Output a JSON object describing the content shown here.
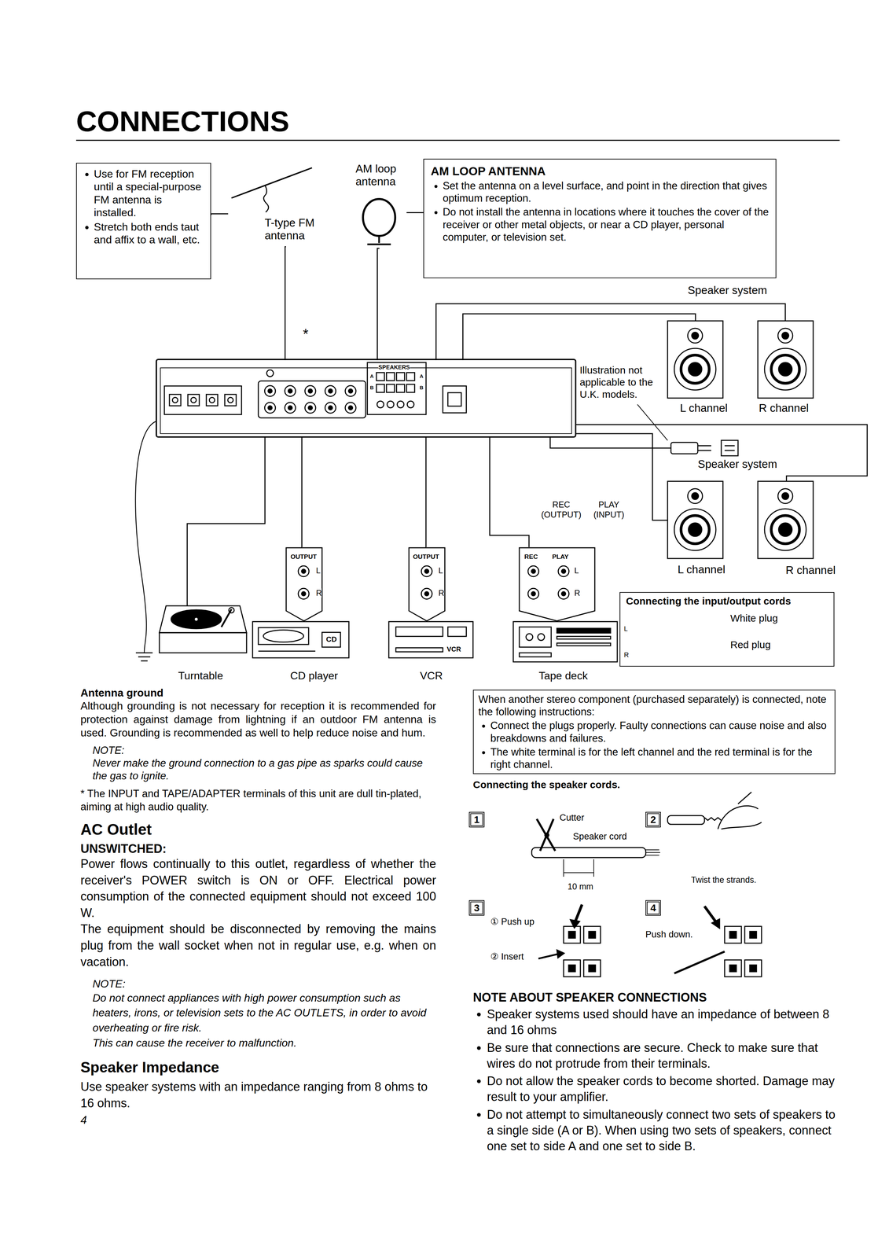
{
  "diagram": {
    "title": "CONNECTIONS",
    "nodes": [
      {
        "text": [
          "Use for FM reception until a special-purpose FM antenna is installed.",
          "Stretch both ends taut and affix to a wall, etc."
        ]
      },
      {
        "text": [
          "T-type FM antenna"
        ]
      },
      {
        "text": [
          "AM loop antenna"
        ]
      },
      {
        "text": [
          "AM LOOP ANTENNA",
          "Set the antenna on a level surface, and point in the direction that gives optimum reception.",
          "Do not install the antenna in locations where it touches the cover of the receiver or other metal objects, or near a CD player, personal computer, or television set."
        ]
      },
      {
        "text": [
          "SPEAKERS"
        ]
      },
      {
        "text": [
          "Speaker system"
        ]
      },
      {
        "text": [
          "L channel"
        ],
        "in": 5
      },
      {
        "text": [
          "R channel"
        ],
        "in": 5
      },
      {
        "text": [
          "Speaker system"
        ]
      },
      {
        "text": [
          "L channel"
        ],
        "in": 8
      },
      {
        "text": [
          "R channel"
        ],
        "in": 8
      },
      {
        "text": [
          "Turntable"
        ]
      },
      {
        "text": [
          "OUTPUT",
          "L",
          "R",
          "CD",
          "CD player"
        ]
      },
      {
        "text": [
          "OUTPUT",
          "L",
          "R",
          "VCR",
          "VCR"
        ]
      },
      {
        "text": [
          "REC",
          "PLAY",
          "L",
          "R",
          "Tape deck"
        ]
      },
      {
        "text": [
          "Connecting the input/output cords",
          "L",
          "White plug",
          "R",
          "Red plug"
        ]
      },
      {
        "text": [
          "When another stereo component (purchased separately) is connected, note the following instructions:",
          "Connect the plugs properly. Faulty connections can cause noise and also breakdowns and failures.",
          "The white terminal is for the left channel and the red terminal is for the right channel."
        ]
      },
      {
        "text": [
          "1"
        ]
      },
      {
        "text": [
          "2"
        ]
      },
      {
        "text": [
          "3"
        ]
      },
      {
        "text": [
          "4"
        ]
      }
    ],
    "edges": [
      {
        "from": 0,
        "to": 1,
        "arrow": "none"
      },
      {
        "from": 3,
        "to": 2,
        "arrow": "none"
      },
      {
        "from": 1,
        "to": 4,
        "arrow": "none"
      },
      {
        "from": 2,
        "to": 4,
        "arrow": "none"
      },
      {
        "from": 4,
        "to": 6,
        "arrow": "none"
      },
      {
        "from": 4,
        "to": 7,
        "arrow": "none"
      },
      {
        "from": 4,
        "to": 9,
        "arrow": "none"
      },
      {
        "from": 4,
        "to": 10,
        "arrow": "none"
      },
      {
        "from": 11,
        "to": 4,
        "arrow": "none"
      },
      {
        "from": 12,
        "to": 4,
        "arrow": "none"
      },
      {
        "from": 13,
        "to": 4,
        "arrow": "none"
      },
      {
        "from": 14,
        "to": 4,
        "arrow": "none"
      }
    ],
    "labels": [
      "*",
      "A",
      "B",
      "A",
      "B",
      "Illustration not applicable to the U.K. models.",
      "REC (OUTPUT)",
      "PLAY (INPUT)",
      "Antenna ground",
      "Although grounding is not necessary for reception it is recommended for protection against damage from lightning if an outdoor FM antenna is used. Grounding is recommended as well to help reduce noise and hum.",
      "NOTE:",
      "Never make the ground connection to a gas pipe as sparks could cause the gas to ignite.",
      "* The INPUT and TAPE/ADAPTER terminals of this unit are dull tin-plated, aiming at high audio quality.",
      "AC Outlet",
      "UNSWITCHED:",
      "Power flows continually to this outlet, regardless of whether the receiver's POWER switch is ON or OFF. Electrical power consumption of the connected equipment should not exceed 100 W.",
      "The equipment should be disconnected by removing the mains plug from the wall socket when not in regular use, e.g. when on vacation.",
      "NOTE:",
      "Do not connect appliances with high power consumption such as heaters, irons, or television sets to the AC OUTLETS, in order to avoid overheating or fire risk.",
      "This can cause the receiver to malfunction.",
      "Speaker Impedance",
      "Use speaker systems with an impedance ranging from 8 ohms to 16 ohms.",
      "4",
      "Connecting the speaker cords.",
      "Cutter",
      "Speaker cord",
      "10 mm",
      "Twist the strands.",
      "① Push up",
      "② Insert",
      "Push down.",
      "NOTE ABOUT SPEAKER CONNECTIONS",
      "Speaker systems used should have an impedance of between 8 and 16 ohms",
      "Be sure that connections are secure. Check to make sure that wires do not protrude from their terminals.",
      "Do not allow the speaker cords to become shorted. Damage may result to your amplifier.",
      "Do not attempt to simultaneously connect two sets of speakers to a single side (A or B). When using two sets of speakers, connect one set to side A and one set to side B."
    ]
  }
}
